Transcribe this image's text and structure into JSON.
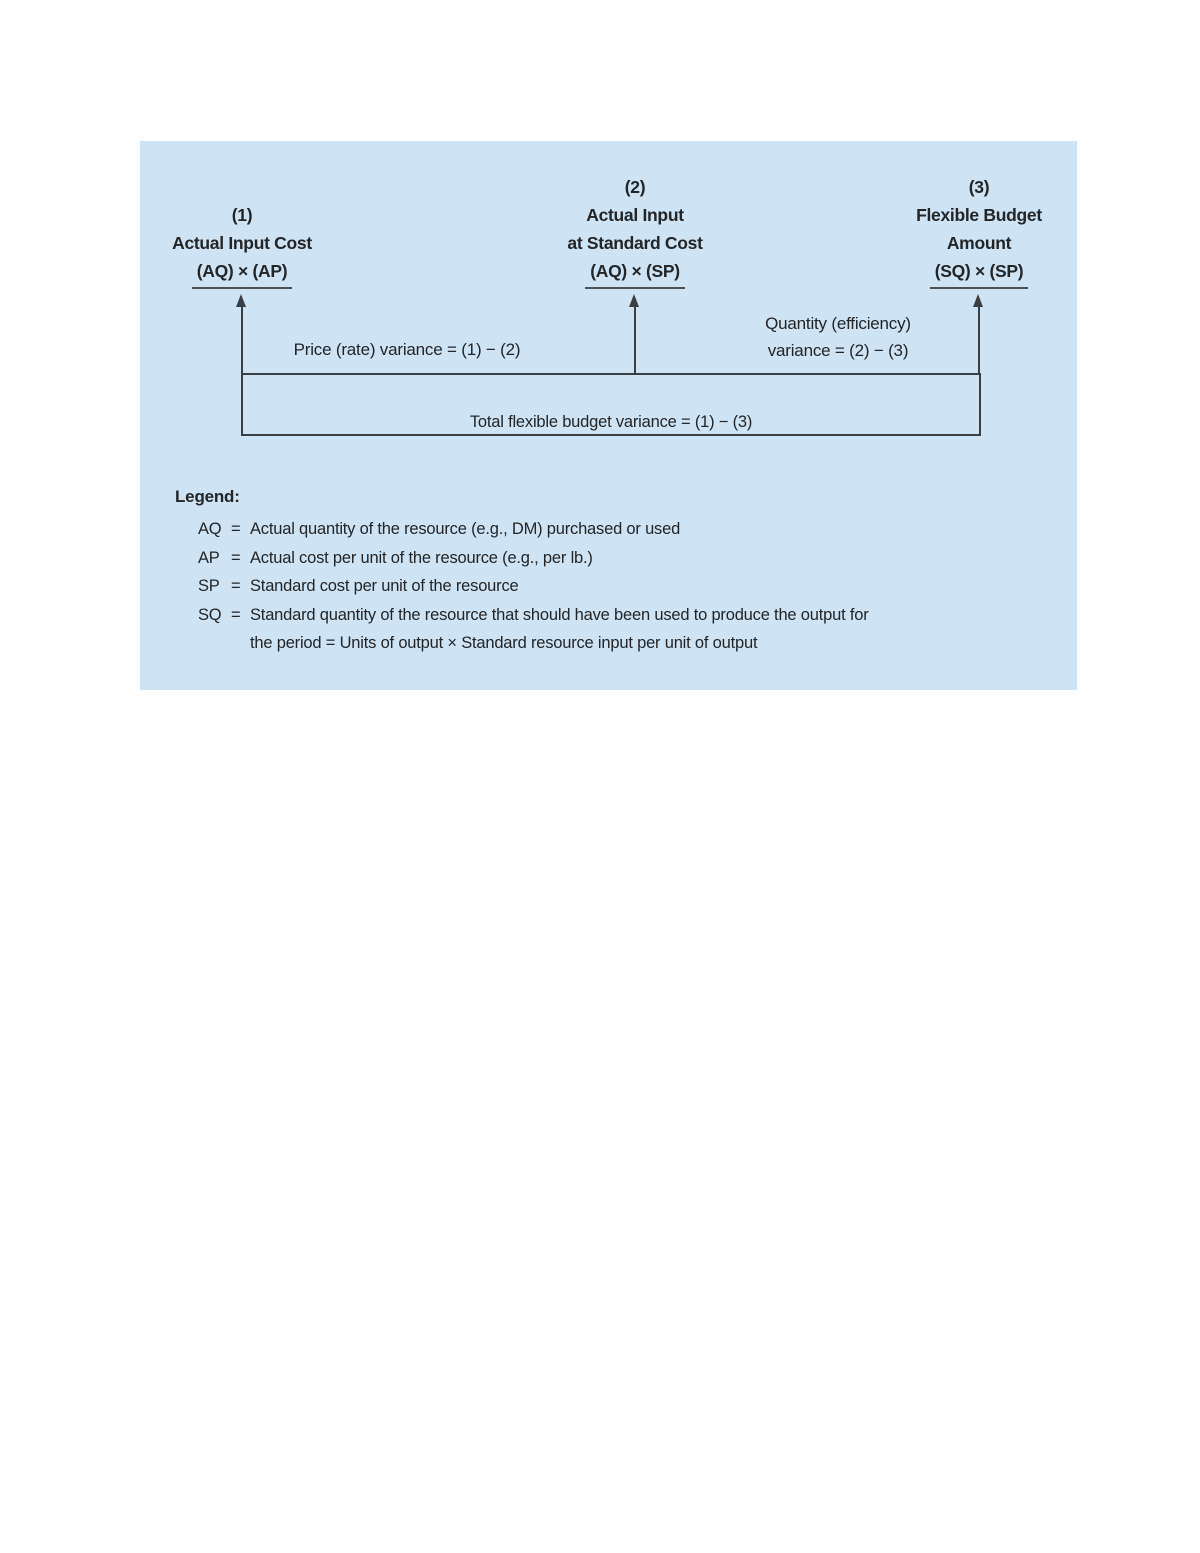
{
  "colors": {
    "panel_bg": "#cee3f4",
    "line": "#3a3f44",
    "text": "#232527",
    "underline": "#4a5156"
  },
  "figure": {
    "columns": [
      {
        "lines": [
          "(1)",
          "Actual Input Cost"
        ],
        "formula": "(AQ) × (AP)"
      },
      {
        "lines": [
          "(2)",
          "Actual Input",
          "at Standard Cost"
        ],
        "formula": "(AQ) × (SP)"
      },
      {
        "lines": [
          "(3)",
          "Flexible Budget",
          "Amount"
        ],
        "formula": "(SQ) × (SP)"
      }
    ],
    "variances": {
      "price": "Price (rate) variance = (1) − (2)",
      "quantity_line1": "Quantity (efficiency)",
      "quantity_line2": "variance = (2) − (3)",
      "total": "Total flexible budget variance = (1) − (3)"
    },
    "legend": {
      "title": "Legend:",
      "items": [
        {
          "term": "AQ",
          "eq": "=",
          "desc": "Actual quantity of the resource (e.g., DM) purchased or used"
        },
        {
          "term": "AP",
          "eq": "=",
          "desc": "Actual cost per unit of the resource (e.g., per lb.)"
        },
        {
          "term": "SP",
          "eq": "=",
          "desc": "Standard cost per unit of the resource"
        },
        {
          "term": "SQ",
          "eq": "=",
          "desc": "Standard quantity of the resource that should have been used to produce the output for",
          "desc2": "the period = Units of output × Standard resource input per unit of output"
        }
      ]
    }
  }
}
